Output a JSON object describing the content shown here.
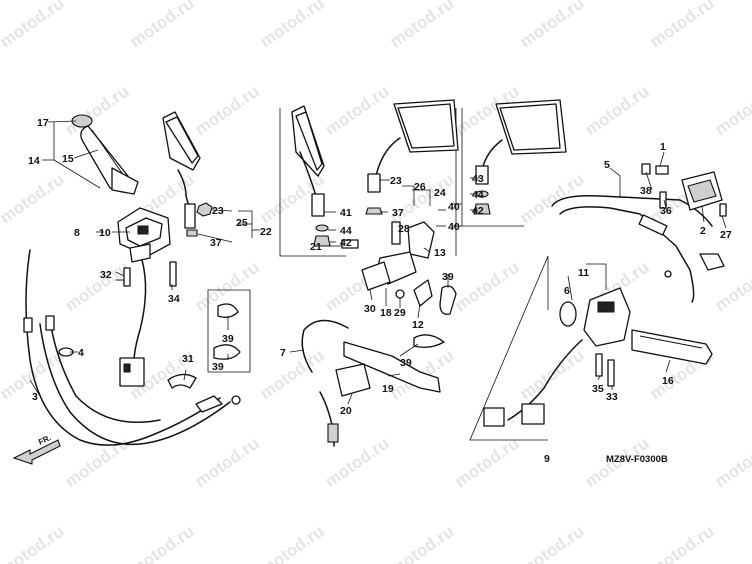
{
  "watermark": "motod.ru",
  "diagram_code": "MZ8V-F0300B",
  "direction_label": "FR.",
  "callouts": {
    "c1": "1",
    "c2": "2",
    "c3": "3",
    "c4": "4",
    "c5": "5",
    "c6": "6",
    "c7": "7",
    "c8": "8",
    "c9": "9",
    "c10": "10",
    "c11": "11",
    "c12": "12",
    "c13": "13",
    "c14": "14",
    "c15": "15",
    "c16": "16",
    "c17": "17",
    "c18": "18",
    "c19": "19",
    "c20": "20",
    "c21": "21",
    "c22": "22",
    "c23a": "23",
    "c23b": "23",
    "c24": "24",
    "c25": "25",
    "c26": "26",
    "c27": "27",
    "c28": "28",
    "c29": "29",
    "c30": "30",
    "c31": "31",
    "c32": "32",
    "c33": "33",
    "c34": "34",
    "c35": "35",
    "c36": "36",
    "c37a": "37",
    "c37b": "37",
    "c38": "38",
    "c39a": "39",
    "c39b": "39",
    "c39c": "39",
    "c39d": "39",
    "c40a": "40",
    "c40b": "40",
    "c41": "41",
    "c42a": "42",
    "c42b": "42",
    "c43": "43",
    "c44a": "44",
    "c44b": "44"
  }
}
